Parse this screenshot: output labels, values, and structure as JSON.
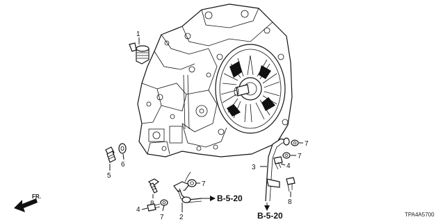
{
  "callouts": {
    "c1": "1",
    "c2": "2",
    "c3": "3",
    "c4a": "4",
    "c4b": "4",
    "c5": "5",
    "c6": "6",
    "c7a": "7",
    "c7b": "7",
    "c7c": "7",
    "c7d": "7",
    "c8a": "8",
    "c8b": "8"
  },
  "references": {
    "left": "B-5-20",
    "bottom": "B-5-20"
  },
  "direction_label": "FR.",
  "diagram_code": "TPA4A5700"
}
